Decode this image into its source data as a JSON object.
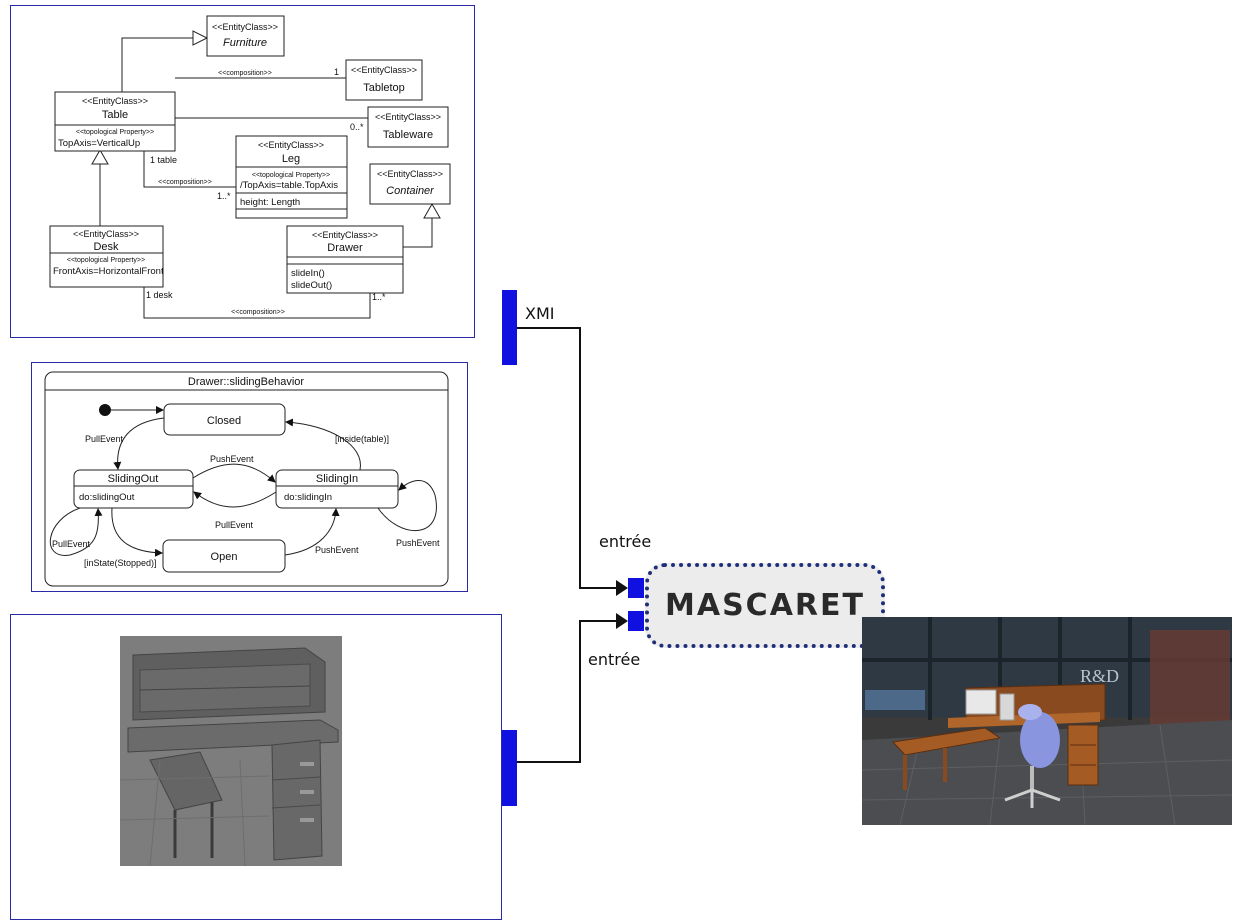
{
  "class_diagram": {
    "stereotype": "<<EntityClass>>",
    "prop_stereotype": "<<topological Property>>",
    "furniture": "Furniture",
    "tabletop": "Tabletop",
    "tableware": "Tableware",
    "table": {
      "name": "Table",
      "attr": "TopAxis=VerticalUp"
    },
    "leg": {
      "name": "Leg",
      "derived": "/TopAxis=table.TopAxis",
      "attr": "height: Length"
    },
    "container": "Container",
    "desk": {
      "name": "Desk",
      "attr": "FrontAxis=HorizontalFront"
    },
    "drawer": {
      "name": "Drawer",
      "op1": "slideIn()",
      "op2": "slideOut()"
    },
    "composition": "<<composition>>",
    "mult_one": "1",
    "mult_tableware": "0..*",
    "mult_table": "1 table",
    "mult_leg": "1..*",
    "mult_desk": "1 desk",
    "mult_drawer": "1..*"
  },
  "state_diagram": {
    "title": "Drawer::slidingBehavior",
    "closed": "Closed",
    "open": "Open",
    "sliding_out": {
      "name": "SlidingOut",
      "activity": "do:slidingOut"
    },
    "sliding_in": {
      "name": "SlidingIn",
      "activity": "do:slidingIn"
    },
    "pull_event": "PullEvent",
    "push_event": "PushEvent",
    "inside_table": "[inside(table)]",
    "in_state_stopped": "[inState(Stopped)]"
  },
  "connectors": {
    "xmi": "XMI",
    "input_top": "entrée",
    "input_bottom": "entrée"
  },
  "mascaret": {
    "label": "MASCARET"
  },
  "scene_3d": {
    "logo": "R&D"
  },
  "colors": {
    "panel_border": "#2a2aa8",
    "port": "#1010e0",
    "mascaret_border": "#1f2f7a"
  }
}
